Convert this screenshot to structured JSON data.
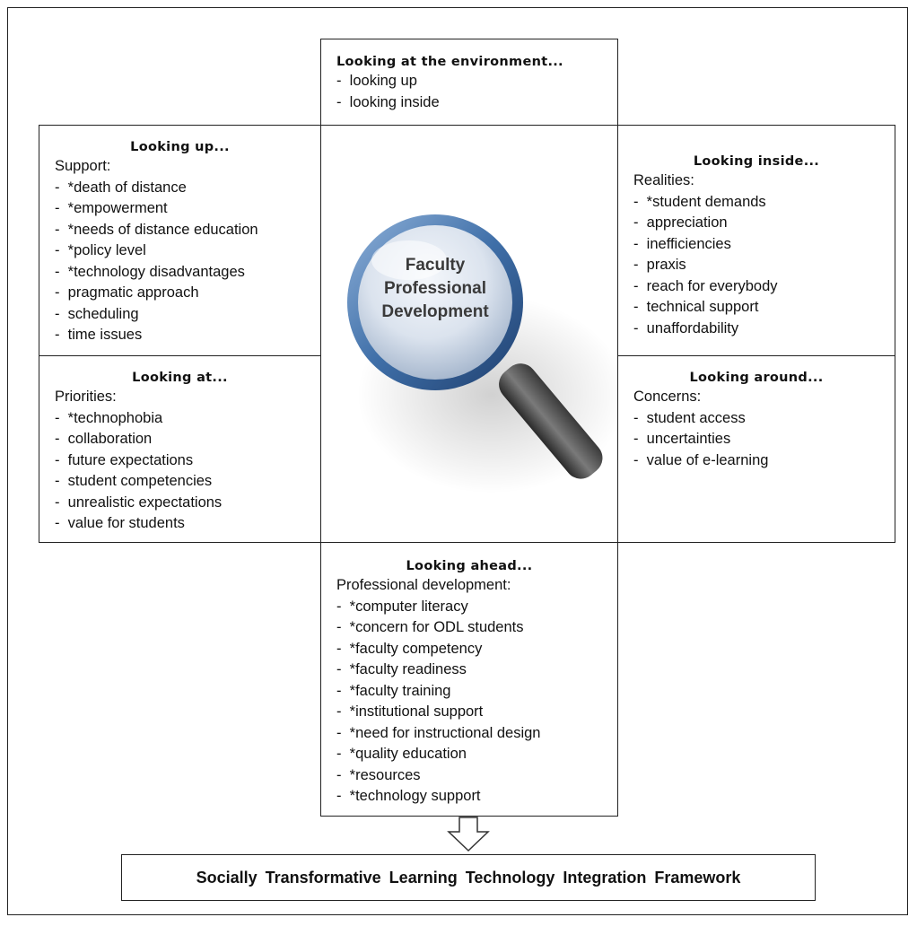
{
  "center": {
    "lines": [
      "Faculty",
      "Professional",
      "Development"
    ]
  },
  "top": {
    "title": "Looking at the environment...",
    "items": [
      "looking up",
      "looking inside"
    ]
  },
  "looking_up": {
    "title": "Looking up...",
    "subtitle": "Support:",
    "items": [
      "*death of distance",
      "*empowerment",
      "*needs of distance education",
      "*policy level",
      "*technology disadvantages",
      "pragmatic approach",
      "scheduling",
      "time issues"
    ]
  },
  "looking_inside": {
    "title": "Looking inside...",
    "subtitle": "Realities:",
    "items": [
      "*student demands",
      "appreciation",
      "inefficiencies",
      "praxis",
      "reach for everybody",
      "technical support",
      "unaffordability"
    ]
  },
  "looking_at": {
    "title": "Looking at...",
    "subtitle": "Priorities:",
    "items": [
      "*technophobia",
      "collaboration",
      "future expectations",
      "student competencies",
      "unrealistic expectations",
      "value for students"
    ]
  },
  "looking_around": {
    "title": "Looking around...",
    "subtitle": "Concerns:",
    "items": [
      "student access",
      "uncertainties",
      "value of e-learning"
    ]
  },
  "looking_ahead": {
    "title": "Looking ahead...",
    "subtitle": "Professional development:",
    "items": [
      "*computer literacy",
      "*concern for ODL students",
      "*faculty competency",
      "*faculty readiness",
      "*faculty training",
      "*institutional support",
      "*need for instructional design",
      "*quality education",
      "*resources",
      "*technology support"
    ]
  },
  "framework": {
    "label": "Socially Transformative Learning Technology Integration Framework"
  }
}
